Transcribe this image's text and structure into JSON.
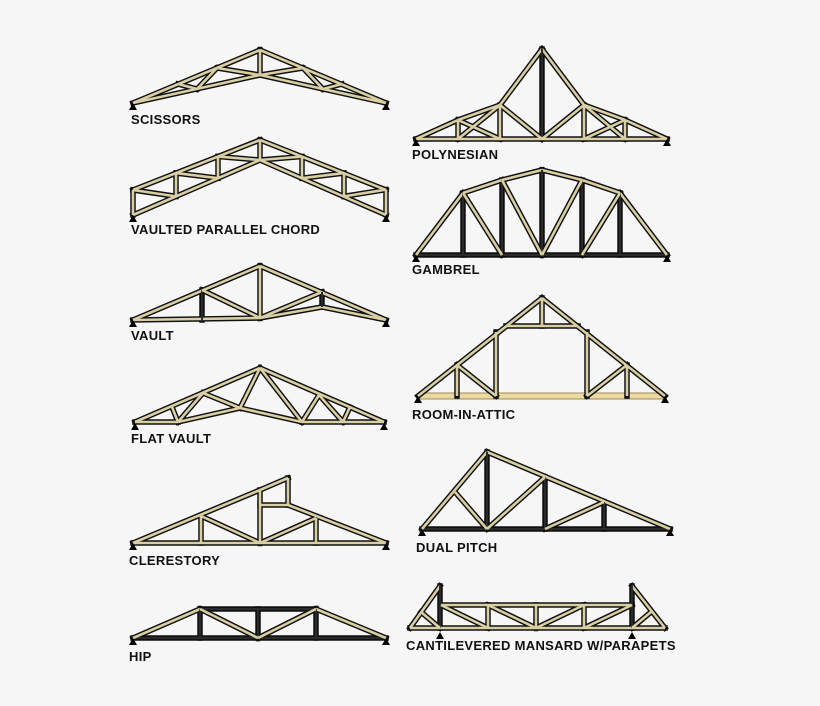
{
  "colors": {
    "member_fill": "#d9cfa4",
    "member_outline": "#111111",
    "attic_floor": "#ecd9a0",
    "background": "#f6f6f6"
  },
  "trusses": [
    {
      "id": "scissors",
      "label": "SCISSORS"
    },
    {
      "id": "vaulted-parallel-chord",
      "label": "VAULTED PARALLEL CHORD"
    },
    {
      "id": "vault",
      "label": "VAULT"
    },
    {
      "id": "flat-vault",
      "label": "FLAT VAULT"
    },
    {
      "id": "clerestory",
      "label": "CLERESTORY"
    },
    {
      "id": "hip",
      "label": "HIP"
    },
    {
      "id": "polynesian",
      "label": "POLYNESIAN"
    },
    {
      "id": "gambrel",
      "label": "GAMBREL"
    },
    {
      "id": "room-in-attic",
      "label": "ROOM-IN-ATTIC"
    },
    {
      "id": "dual-pitch",
      "label": "DUAL PITCH"
    },
    {
      "id": "cantilevered-mansard",
      "label": "CANTILEVERED MANSARD W/PARAPETS"
    }
  ]
}
